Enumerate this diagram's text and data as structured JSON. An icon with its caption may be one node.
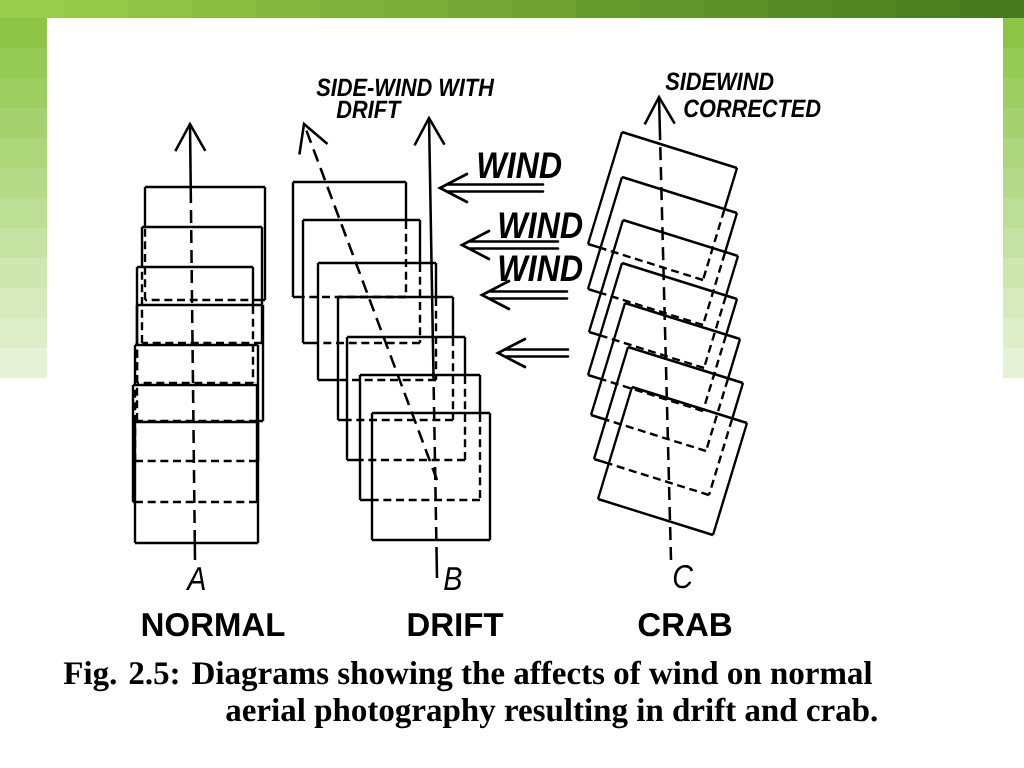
{
  "diagram": {
    "caption": "Fig. 2.5: Diagrams showing the affects of wind on normal aerial photography resulting in drift and crab.",
    "labels": [
      "SIDE-WIND WITH DRIFT",
      "SIDEWIND CORRECTED",
      "WIND",
      "WIND",
      "WIND",
      "A",
      "B",
      "C",
      "NORMAL",
      "DRIFT",
      "CRAB"
    ]
  }
}
